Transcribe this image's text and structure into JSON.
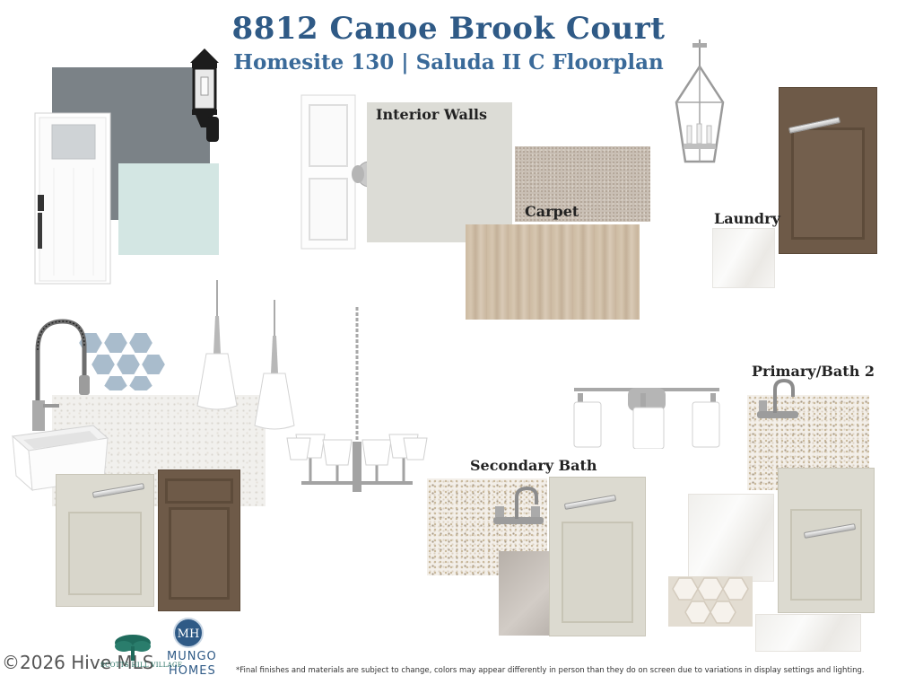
{
  "header": {
    "title": "8812 Canoe Brook Court",
    "subtitle": "Homesite 130 |  Saluda II C Floorplan"
  },
  "labels": {
    "interior_walls": "Interior Walls",
    "carpet": "Carpet",
    "laundry": "Laundry",
    "primary_bath": "Primary/Bath 2",
    "secondary_bath": "Secondary Bath"
  },
  "footer": {
    "disclaimer": "*Final finishes and materials are subject to change, colors may appear differently in person than they do on screen due to variations in display settings and lighting.",
    "watermark": "©2026 Hive MLS",
    "logo_village": "SCOTTS HILL VILLAGE",
    "logo_mungo_initials": "MH",
    "logo_mungo_line1": "MUNGO",
    "logo_mungo_line2": "HOMES"
  },
  "colors": {
    "title": "#2f5a86",
    "exterior_siding": "#7b8287",
    "exterior_accent": "#d3e6e3",
    "interior_wall": "#dcdcd6",
    "cabinet_cream": "#dcdad0",
    "cabinet_brown": "#6e5a48",
    "backsplash_blue": "#a9bccc",
    "mungo_blue": "#2f5a86",
    "village_green": "#1f6b5c"
  },
  "icons": [
    "exterior-lantern-icon",
    "front-door-icon",
    "interior-door-icon",
    "door-knob-icon",
    "pendant-cage-icon",
    "faucet-icon",
    "farmhouse-sink-icon",
    "pendant-lamp-icon",
    "chandelier-icon",
    "vanity-light-icon",
    "bath-faucet-icon",
    "tree-logo-icon"
  ]
}
